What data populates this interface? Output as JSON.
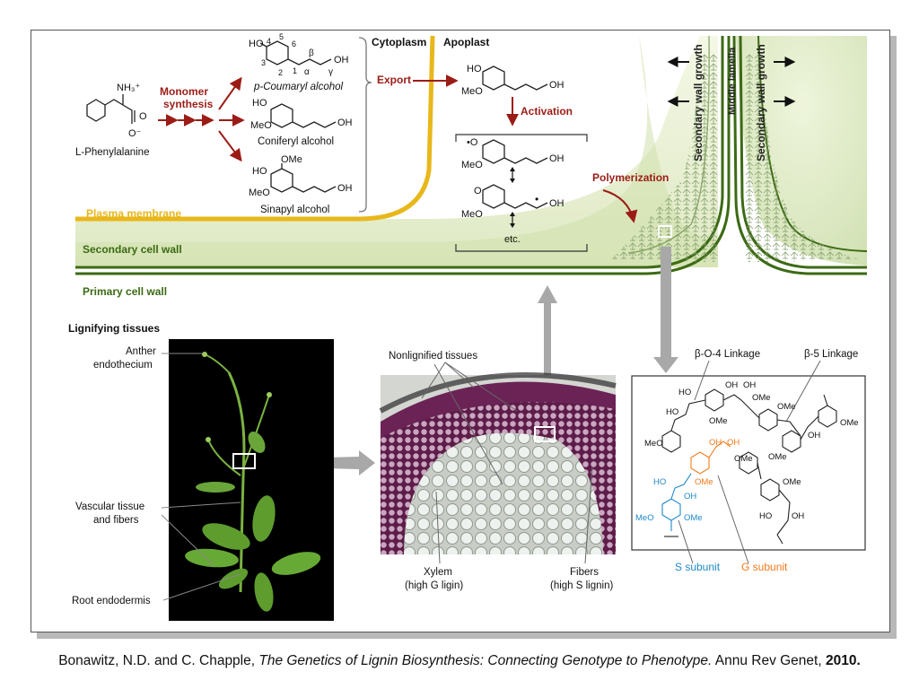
{
  "top_panel": {
    "cytoplasm": "Cytoplasm",
    "apoplast": "Apoplast",
    "monomer_synthesis": [
      "Monomer",
      "synthesis"
    ],
    "export": "Export",
    "activation": "Activation",
    "polymerization": "Polymerization",
    "phenylalanine": "L-Phenylalanine",
    "nh3": "NH₃⁺",
    "o_minus": "O⁻",
    "o_label": "O",
    "coumaryl": "p-Coumaryl alcohol",
    "coniferyl": "Coniferyl alcohol",
    "sinapyl": "Sinapyl alcohol",
    "ring_numbers": [
      "4",
      "5",
      "6",
      "3",
      "2",
      "1"
    ],
    "greek": [
      "β",
      "α",
      "γ"
    ],
    "etc": "etc.",
    "plasma_membrane": "Plasma membrane",
    "secondary_cell_wall": "Secondary cell wall",
    "primary_cell_wall": "Primary cell wall",
    "secondary_wall_growth": "Secondary wall growth",
    "middle_lamella": "Middle lamella",
    "groups": {
      "ho": "HO",
      "oh": "OH",
      "meo": "MeO",
      "ome": "OMe",
      "o_radical": "•O",
      "o": "O",
      "dot": "•"
    }
  },
  "bottom_panel": {
    "lignifying_tissues": "Lignifying tissues",
    "anther": [
      "Anther",
      "endothecium"
    ],
    "vascular": [
      "Vascular tissue",
      "and fibers"
    ],
    "root_endodermis": "Root endodermis",
    "nonlignified": "Nonlignified tissues",
    "xylem": [
      "Xylem",
      "(high G ligin)"
    ],
    "fibers": [
      "Fibers",
      "(high S lignin)"
    ],
    "b_o_4": "β-O-4 Linkage",
    "b_5": "β-5 Linkage",
    "s_subunit": "S subunit",
    "g_subunit": "G subunit"
  },
  "colors": {
    "dark_red": "#9b1c16",
    "membrane_yellow": "#e8b71a",
    "wall_green": "#3c6a14",
    "s_blue": "#1e88c8",
    "g_orange": "#f07a1a"
  },
  "citation": {
    "authors": "Bonawitz, N.D. and C. Chapple, ",
    "title": "The Genetics of Lignin Biosynthesis: Connecting Genotype to Phenotype.",
    "journal": " Annu Rev Genet, ",
    "year": "2010."
  }
}
